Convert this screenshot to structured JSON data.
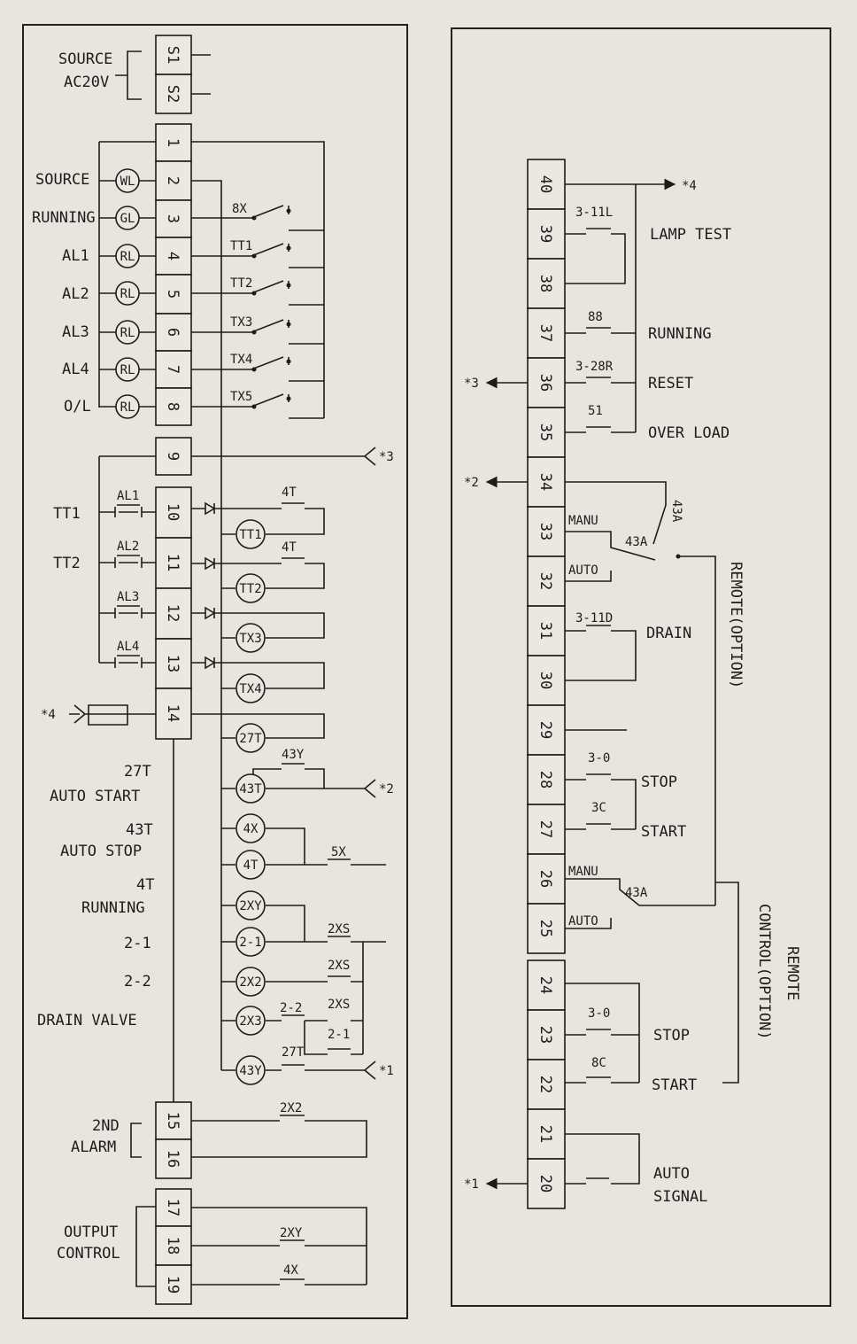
{
  "left_panel": {
    "source_label": [
      "SOURCE",
      "AC20V"
    ],
    "source_terminals": [
      "S1",
      "S2"
    ],
    "terminals_top": [
      "1",
      "2",
      "3",
      "4",
      "5",
      "6",
      "7",
      "8",
      "9",
      "10",
      "11",
      "12",
      "13",
      "14"
    ],
    "lamp_labels": [
      "SOURCE",
      "RUNNING",
      "AL1",
      "AL2",
      "AL3",
      "AL4",
      "O/L"
    ],
    "lamp_types": [
      "WL",
      "GL",
      "RL",
      "RL",
      "RL",
      "RL",
      "RL"
    ],
    "lamp_contacts": [
      "8X",
      "TT1",
      "TT2",
      "TX3",
      "TX4",
      "TX5"
    ],
    "alarm_side_labels": [
      "TT1",
      "TT2"
    ],
    "alarm_contacts": [
      "AL1",
      "AL2",
      "AL3",
      "AL4"
    ],
    "timer_contact": "4T",
    "timer_coils": [
      "TT1",
      "TT2",
      "TX3",
      "TX4",
      "27T",
      "43T",
      "4X",
      "4T",
      "2XY",
      "2-1",
      "2X2",
      "2X3",
      "43Y"
    ],
    "contact_43y": "43Y",
    "contact_5x": "5X",
    "contact_2xs": "2XS",
    "contact_2_2": "2-2",
    "contact_2_1": "2-1",
    "contact_27t": "27T",
    "ref_1": "*1",
    "ref_2": "*2",
    "ref_3": "*3",
    "ref_4": "*4",
    "function_labels": [
      [
        "27T",
        "AUTO START"
      ],
      [
        "43T",
        "AUTO STOP"
      ],
      [
        "4T",
        "RUNNING"
      ],
      [
        "2-1"
      ],
      [
        "2-2"
      ],
      [
        "DRAIN VALVE"
      ]
    ],
    "second_alarm_label": [
      "2ND",
      "ALARM"
    ],
    "second_alarm_terminals": [
      "15",
      "16"
    ],
    "contact_2x2": "2X2",
    "output_label": [
      "OUTPUT",
      "CONTROL"
    ],
    "output_terminals": [
      "17",
      "18",
      "19"
    ],
    "contact_2xy": "2XY",
    "contact_4x": "4X"
  },
  "right_panel": {
    "terminals": [
      "40",
      "39",
      "38",
      "37",
      "36",
      "35",
      "34",
      "33",
      "32",
      "31",
      "30",
      "29",
      "28",
      "27",
      "26",
      "25",
      "24",
      "23",
      "22",
      "21",
      "20"
    ],
    "ref_4": "*4",
    "ref_3": "*3",
    "ref_2": "*2",
    "ref_1": "*1",
    "c_3_11l": "3-11L",
    "lamp_test": "LAMP TEST",
    "c_88": "88",
    "running": "RUNNING",
    "c_3_28r": "3-28R",
    "reset": "RESET",
    "c_51": "51",
    "over_load": "OVER LOAD",
    "manu": "MANU",
    "auto": "AUTO",
    "c_43a": "43A",
    "remote_option": "REMOTE(OPTION)",
    "c_3_11d": "3-11D",
    "drain": "DRAIN",
    "c_3_0": "3-0",
    "stop": "STOP",
    "c_3c": "3C",
    "start": "START",
    "remote_control": [
      "REMOTE",
      "CONTROL(OPTION)"
    ],
    "c_8c": "8C",
    "auto_signal": [
      "AUTO",
      "SIGNAL"
    ]
  }
}
